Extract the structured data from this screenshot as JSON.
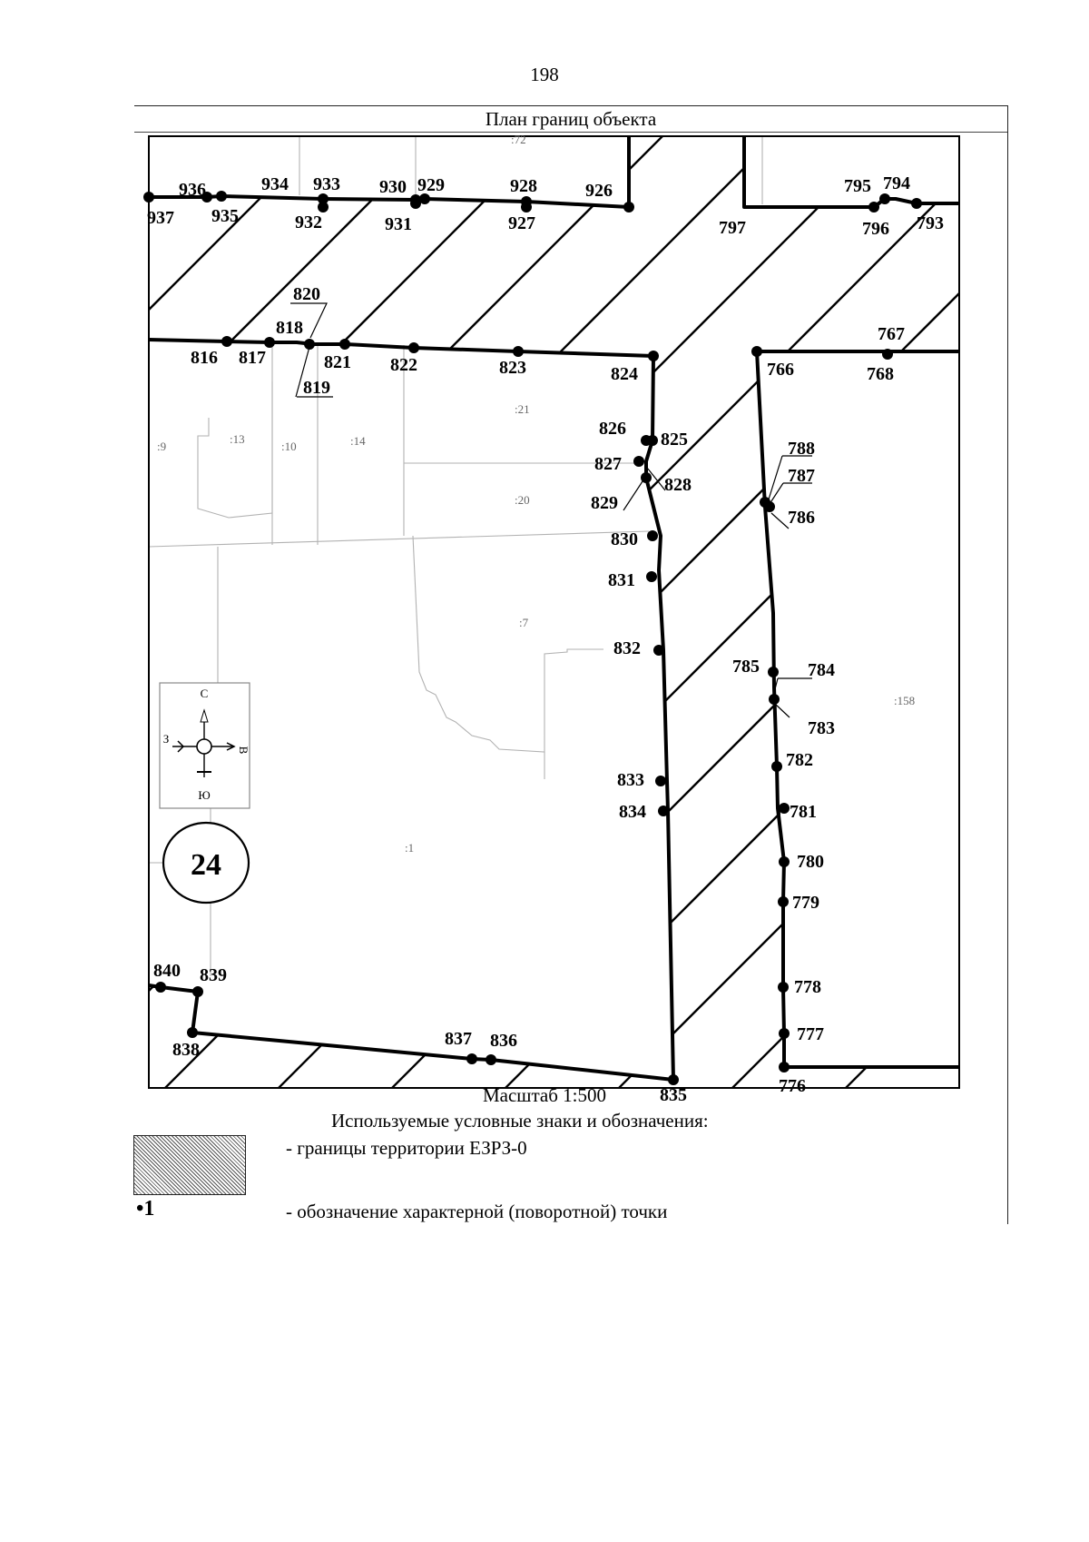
{
  "page": {
    "number": "198"
  },
  "plan": {
    "title": "План границ объекта",
    "scale_text": "Масштаб 1:500",
    "block_number": "24"
  },
  "compass": {
    "north": "С",
    "south": "Ю",
    "east": "В",
    "west": "З"
  },
  "parcels": [
    ":72",
    ":9",
    ":13",
    ":10",
    ":14",
    ":21",
    ":20",
    ":7",
    ":1",
    ":158"
  ],
  "points": [
    "936",
    "934",
    "933",
    "930",
    "929",
    "928",
    "926",
    "937",
    "935",
    "932",
    "931",
    "927",
    "797",
    "795",
    "794",
    "796",
    "793",
    "820",
    "818",
    "816",
    "817",
    "821",
    "822",
    "823",
    "824",
    "819",
    "767",
    "766",
    "768",
    "826",
    "825",
    "827",
    "828",
    "829",
    "830",
    "831",
    "832",
    "833",
    "834",
    "788",
    "787",
    "786",
    "785",
    "784",
    "783",
    "782",
    "781",
    "780",
    "779",
    "778",
    "777",
    "776",
    "840",
    "839",
    "838",
    "837",
    "836",
    "835"
  ],
  "legend": {
    "title": "Используемые условные знаки и обозначения:",
    "item_boundary": "- границы территории ЕЗРЗ-0",
    "point_sample": "•1",
    "item_point": "- обозначение характерной (поворотной) точки"
  },
  "colors": {
    "line": "#000000",
    "parcel_line": "#b0b0b0",
    "parcel_text": "#666666"
  }
}
